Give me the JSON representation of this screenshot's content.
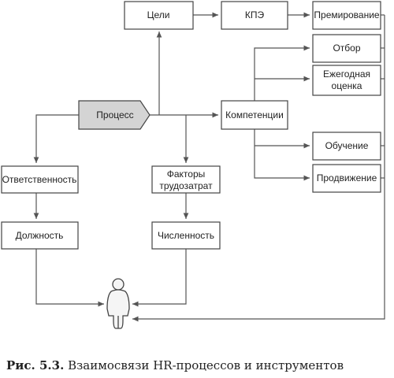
{
  "colors": {
    "line": "#555555",
    "box_border": "#444444",
    "process_fill": "#d4d4d4",
    "figure_fill": "#f5f5f5"
  },
  "nodes": {
    "process": "Процесс",
    "goals": "Цели",
    "kpi": "КПЭ",
    "bonus": "Премирование",
    "competencies": "Компетенции",
    "selection": "Отбор",
    "annual_review": [
      "Ежегодная",
      "оценка"
    ],
    "training": "Обучение",
    "promotion": "Продвижение",
    "responsibility": "Ответственность",
    "position": "Должность",
    "labor_factors": [
      "Факторы",
      "трудозатрат"
    ],
    "headcount": "Численность"
  },
  "figure_icon": "person-icon",
  "caption": {
    "label": "Рис. 5.3.",
    "text": "Взаимосвязи HR-процессов и инструментов"
  }
}
